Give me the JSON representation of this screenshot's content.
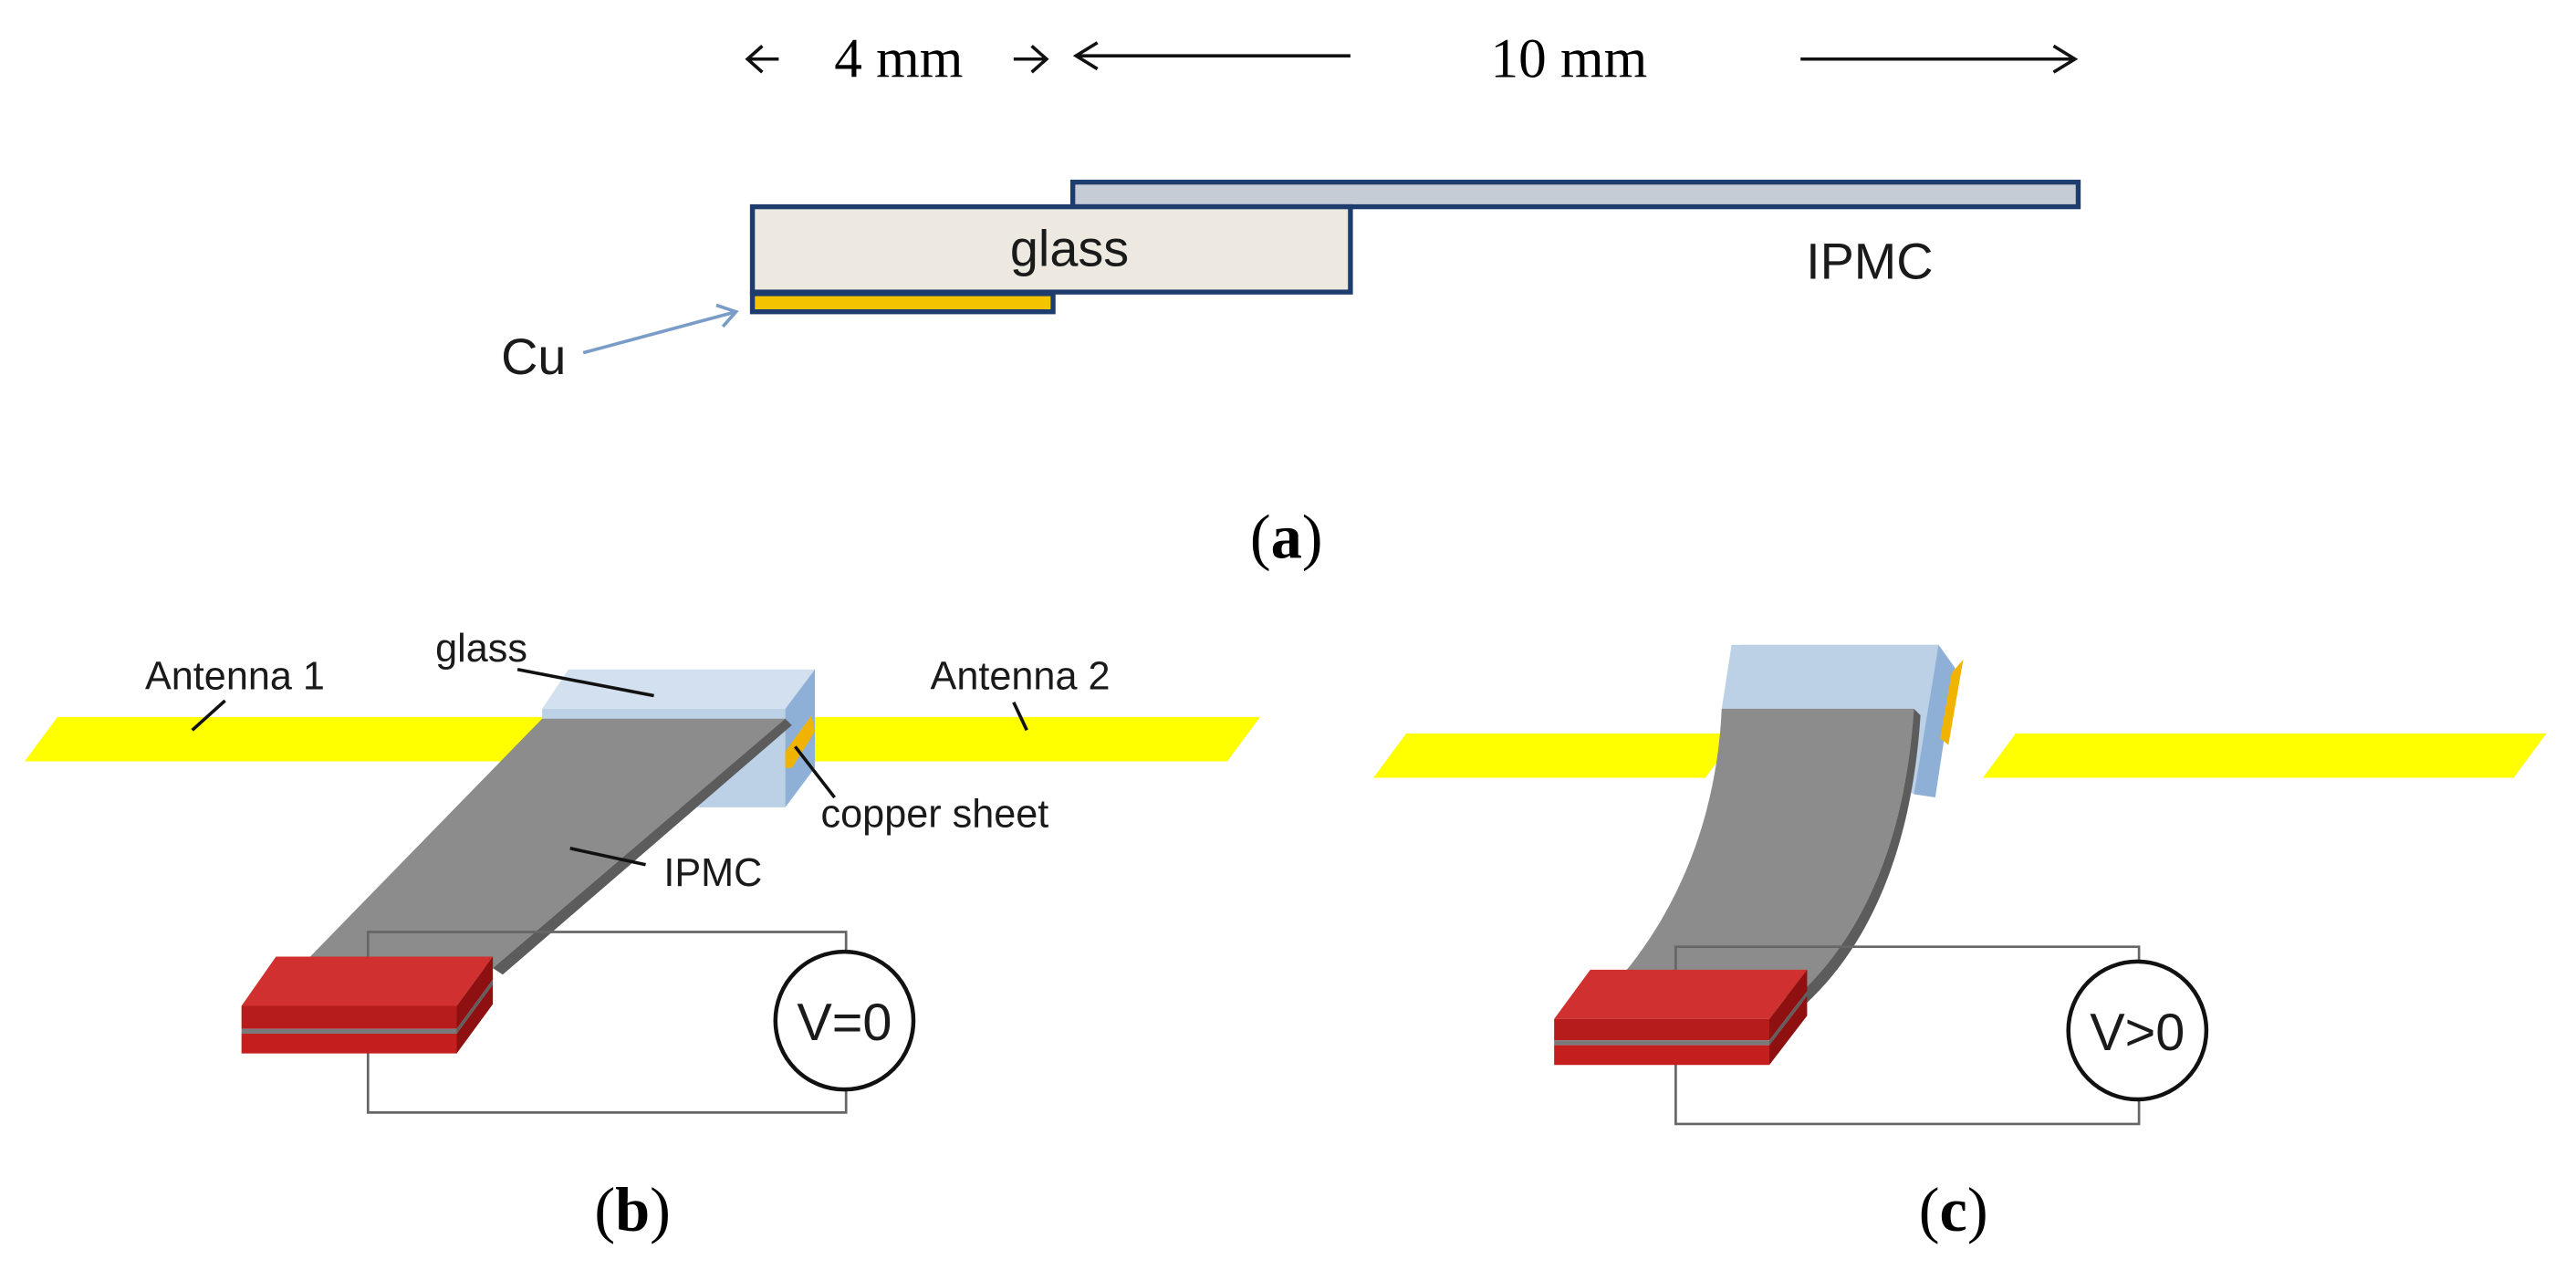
{
  "panel_a": {
    "dim_left": "4 mm",
    "dim_right": "10 mm",
    "glass_label": "glass",
    "ipmc_label": "IPMC",
    "cu_label": "Cu",
    "caption_open": "(",
    "caption_letter": "a",
    "caption_close": ")"
  },
  "panel_b": {
    "antenna1": "Antenna 1",
    "antenna2": "Antenna 2",
    "glass_label": "glass",
    "copper_label": "copper sheet",
    "ipmc_label": "IPMC",
    "voltage": "V=0",
    "caption_open": "(",
    "caption_letter": "b",
    "caption_close": ")"
  },
  "panel_c": {
    "voltage": "V>0",
    "caption_open": "(",
    "caption_letter": "c",
    "caption_close": ")"
  },
  "colors": {
    "antenna": "#ffff00",
    "glass_3d": "#b9cfe4",
    "ipmc": "#8c8c8c",
    "copper": "#f0b400",
    "electrode": "#cc2a2a",
    "outline": "#1f3c6e"
  }
}
